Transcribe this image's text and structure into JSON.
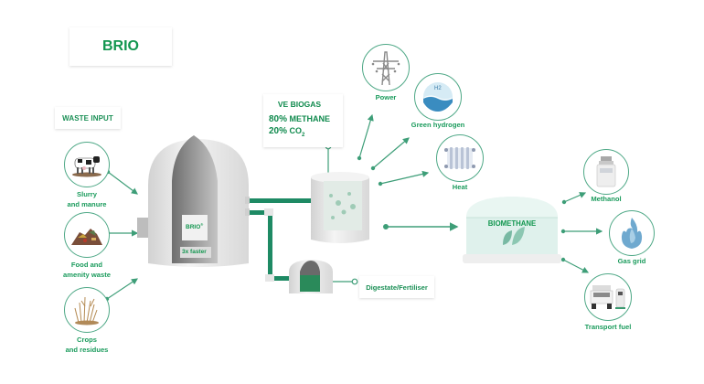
{
  "title": "BRIO",
  "waste_input": {
    "heading": "WASTE INPUT",
    "items": [
      {
        "label_line1": "Slurry",
        "label_line2": "and manure",
        "icon": "cow-icon"
      },
      {
        "label_line1": "Food and",
        "label_line2": "amenity waste",
        "icon": "food-waste-icon"
      },
      {
        "label_line1": "Crops",
        "label_line2": "and residues",
        "icon": "crops-icon"
      }
    ]
  },
  "digester": {
    "badge": "BRIO",
    "badge_mark": "®",
    "speed_label": "3x faster"
  },
  "biogas": {
    "heading": "VE BIOGAS",
    "methane_pct": "80%",
    "methane_label": "METHANE",
    "co2_pct": "20%",
    "co2_label": "CO",
    "co2_sub": "2"
  },
  "biogas_outputs": [
    {
      "label": "Power",
      "icon": "power-pylon-icon"
    },
    {
      "label": "Green hydrogen",
      "icon": "hydrogen-icon",
      "icon_text": "H2"
    },
    {
      "label": "Heat",
      "icon": "radiator-icon"
    }
  ],
  "digestate": {
    "label": "Digestate/Fertiliser"
  },
  "biomethane": {
    "label": "BIOMETHANE",
    "icon": "leaf-icon"
  },
  "biomethane_outputs": [
    {
      "label": "Methanol",
      "icon": "methanol-container-icon"
    },
    {
      "label": "Gas grid",
      "icon": "flame-icon"
    },
    {
      "label": "Transport fuel",
      "icon": "truck-fuel-icon"
    }
  ],
  "colors": {
    "brand_green": "#12964f",
    "line_green": "#3e9e78",
    "pipe_green": "#1e8a64",
    "tank_grey": "#e8e8e8",
    "biomethane_tank": "#dff1ec"
  }
}
